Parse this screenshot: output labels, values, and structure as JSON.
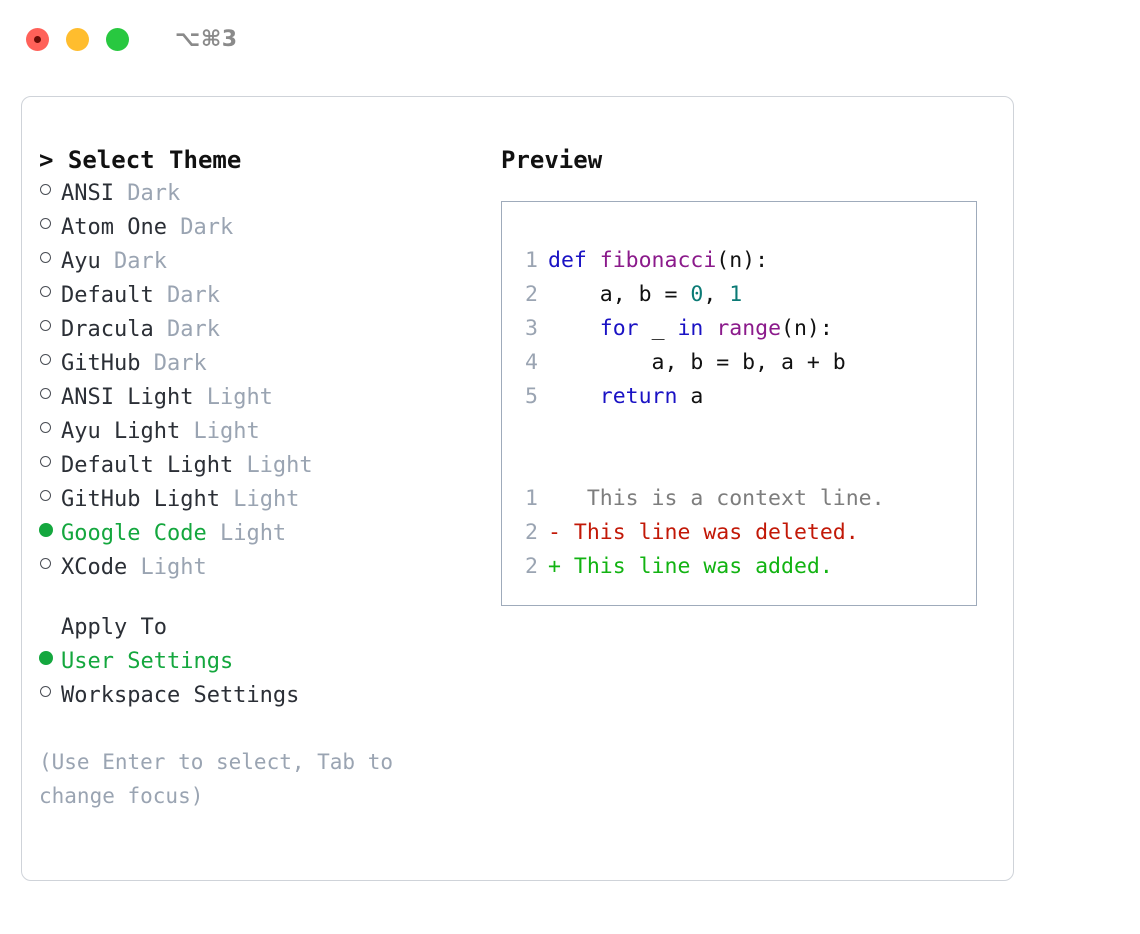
{
  "titlebar": {
    "shortcut": "⌥⌘3",
    "buttons": [
      {
        "name": "close",
        "color": "#ff6159"
      },
      {
        "name": "minimize",
        "color": "#ffbd2e"
      },
      {
        "name": "maximize",
        "color": "#28c840"
      }
    ]
  },
  "theme_picker": {
    "caret": ">",
    "title": "Select Theme",
    "selected_marker": "●",
    "unselected_marker": "○",
    "options": [
      {
        "marker": "○",
        "name": "ANSI",
        "badge": "Dark",
        "selected": false
      },
      {
        "marker": "○",
        "name": "Atom One",
        "badge": "Dark",
        "selected": false
      },
      {
        "marker": "○",
        "name": "Ayu",
        "badge": "Dark",
        "selected": false
      },
      {
        "marker": "○",
        "name": "Default",
        "badge": "Dark",
        "selected": false
      },
      {
        "marker": "○",
        "name": "Dracula",
        "badge": "Dark",
        "selected": false
      },
      {
        "marker": "○",
        "name": "GitHub",
        "badge": "Dark",
        "selected": false
      },
      {
        "marker": "○",
        "name": "ANSI Light",
        "badge": "Light",
        "selected": false
      },
      {
        "marker": "○",
        "name": "Ayu Light",
        "badge": "Light",
        "selected": false
      },
      {
        "marker": "○",
        "name": "Default Light",
        "badge": "Light",
        "selected": false
      },
      {
        "marker": "○",
        "name": "GitHub Light",
        "badge": "Light",
        "selected": false
      },
      {
        "marker": "●",
        "name": "Google Code",
        "badge": "Light",
        "selected": true
      },
      {
        "marker": "○",
        "name": "XCode",
        "badge": "Light",
        "selected": false
      }
    ]
  },
  "apply_to": {
    "title": "Apply To",
    "options": [
      {
        "marker": "●",
        "name": "User Settings",
        "selected": true
      },
      {
        "marker": "○",
        "name": "Workspace Settings",
        "selected": false
      }
    ]
  },
  "hint": "(Use Enter to select, Tab to change focus)",
  "preview": {
    "title": "Preview",
    "code_lines": [
      {
        "num": "1",
        "tokens": [
          {
            "t": "def ",
            "c": "kw"
          },
          {
            "t": "fibonacci",
            "c": "fn"
          },
          {
            "t": "(n):",
            "c": "pl"
          }
        ]
      },
      {
        "num": "2",
        "tokens": [
          {
            "t": "    a, b = ",
            "c": "pl"
          },
          {
            "t": "0",
            "c": "num"
          },
          {
            "t": ", ",
            "c": "pl"
          },
          {
            "t": "1",
            "c": "num"
          }
        ]
      },
      {
        "num": "3",
        "tokens": [
          {
            "t": "    ",
            "c": "pl"
          },
          {
            "t": "for",
            "c": "kw"
          },
          {
            "t": " _ ",
            "c": "pl"
          },
          {
            "t": "in",
            "c": "kw"
          },
          {
            "t": " ",
            "c": "pl"
          },
          {
            "t": "range",
            "c": "fn"
          },
          {
            "t": "(n):",
            "c": "pl"
          }
        ]
      },
      {
        "num": "4",
        "tokens": [
          {
            "t": "        a, b = b, a + b",
            "c": "pl"
          }
        ]
      },
      {
        "num": "5",
        "tokens": [
          {
            "t": "    ",
            "c": "pl"
          },
          {
            "t": "return",
            "c": "kw"
          },
          {
            "t": " a",
            "c": "pl"
          }
        ]
      }
    ],
    "diff_lines": [
      {
        "num": "1",
        "sign": " ",
        "text": "  This is a context line.",
        "kind": "ctx"
      },
      {
        "num": "2",
        "sign": "-",
        "text": " This line was deleted.",
        "kind": "del"
      },
      {
        "num": "2",
        "sign": "+",
        "text": " This line was added.",
        "kind": "add"
      }
    ]
  },
  "colors": {
    "accent_green": "#14a73e",
    "badge_gray": "#9aa4b2",
    "keyword_blue": "#1a12c4",
    "function_purple": "#8b1a8b",
    "number_teal": "#0b7a75",
    "diff_deleted": "#c21807",
    "diff_added": "#12b312",
    "panel_border": "#9fabbb",
    "frame_border": "#cfd3d9"
  }
}
